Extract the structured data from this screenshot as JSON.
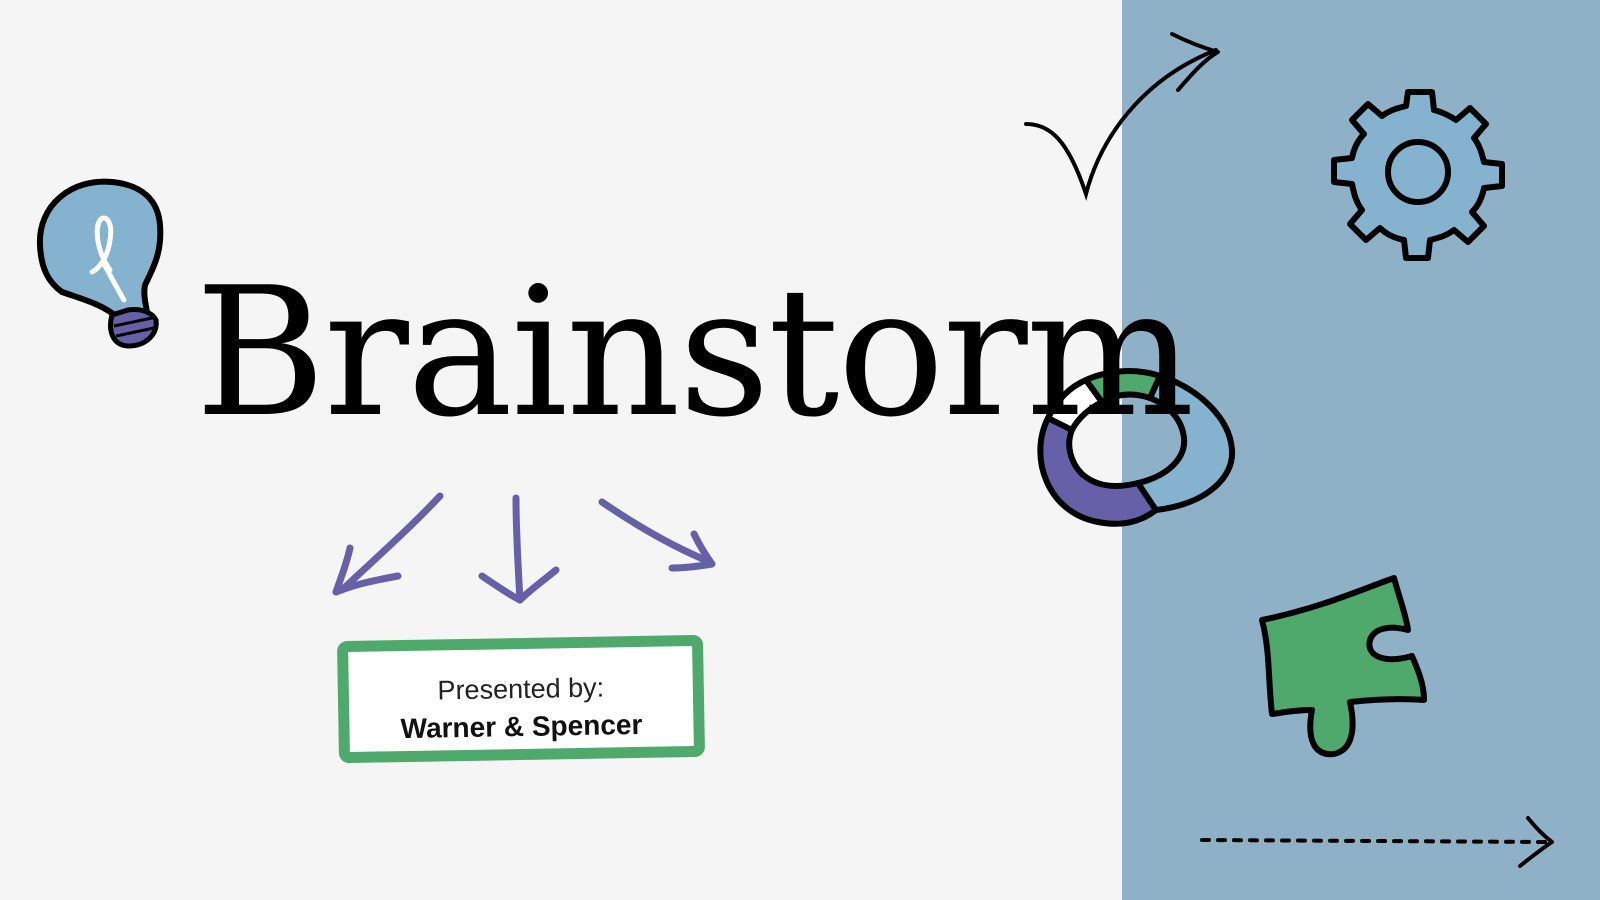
{
  "slide": {
    "title": "Brainstorm",
    "presenter_label": "Presented by:",
    "presenter_name": "Warner & Spencer"
  },
  "colors": {
    "background": "#f5f5f5",
    "panel": "#8fb1c8",
    "accent_purple": "#6560a8",
    "accent_green": "#4fa86c",
    "accent_blue": "#85b3cf"
  },
  "icons": [
    "lightbulb-icon",
    "checkmark-arrow-icon",
    "gear-icon",
    "donut-chart-icon",
    "puzzle-piece-icon",
    "dotted-arrow-icon",
    "down-left-arrow-icon",
    "down-arrow-icon",
    "down-right-arrow-icon"
  ]
}
